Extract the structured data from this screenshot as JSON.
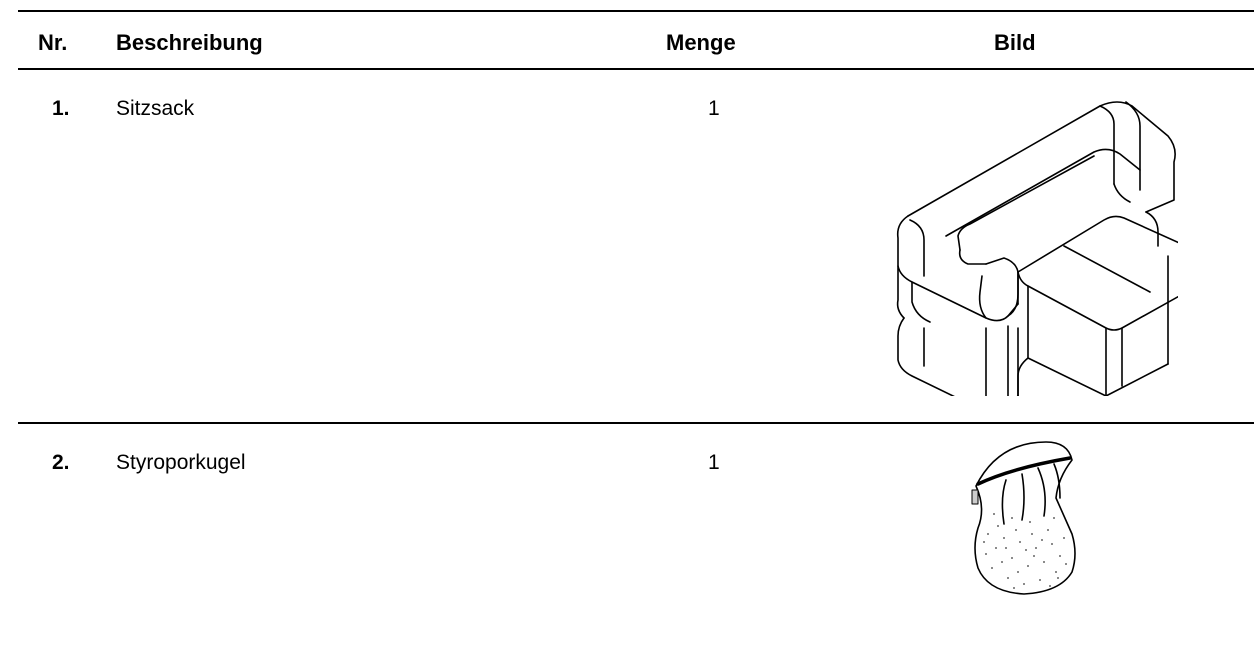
{
  "table": {
    "headers": {
      "nr": "Nr.",
      "description": "Beschreibung",
      "quantity": "Menge",
      "image": "Bild"
    },
    "rows": [
      {
        "nr": "1.",
        "description": "Sitzsack",
        "quantity": "1",
        "image_icon": "modular-sofa-icon"
      },
      {
        "nr": "2.",
        "description": "Styroporkugel",
        "quantity": "1",
        "image_icon": "bean-filling-bag-icon"
      }
    ]
  },
  "colors": {
    "text": "#000000",
    "background": "#ffffff",
    "rule": "#000000"
  }
}
